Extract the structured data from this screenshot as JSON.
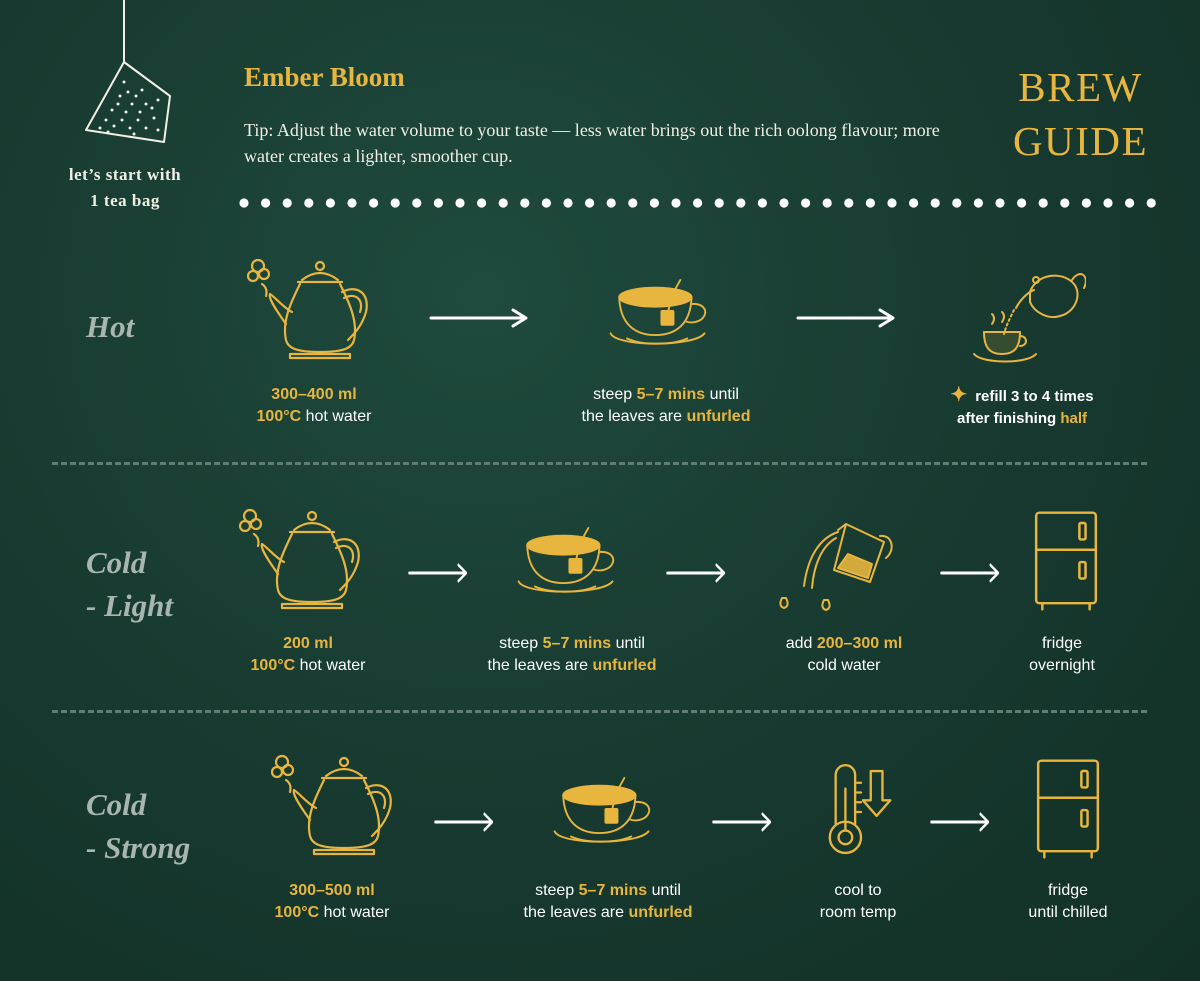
{
  "header": {
    "start_line1": "let’s start with",
    "start_line2": "1 tea bag",
    "product_name": "Ember Bloom",
    "tip": "Tip: Adjust the water volume to your taste — less water brings out the rich oolong flavour; more water creates a lighter, smoother cup.",
    "title_line1": "BREW",
    "title_line2": "GUIDE"
  },
  "colors": {
    "background": "#17392f",
    "accent": "#e8b53e",
    "label": "#a9b5af",
    "text": "#ffffff"
  },
  "rows": {
    "hot": {
      "label": "Hot",
      "step1": {
        "icon": "teapot-icon",
        "amount": "300–400 ml",
        "temp": "100°C",
        "rest": " hot water"
      },
      "step2": {
        "icon": "teacup-icon",
        "pre": "steep ",
        "time": "5–7 mins",
        "post": " until",
        "line2_pre": "the leaves are ",
        "line2_hl": "unfurled"
      },
      "step3": {
        "icon": "pouring-teapot-icon",
        "line1": "refill 3 to 4 times",
        "line2_pre": "after finishing ",
        "line2_hl": "half"
      }
    },
    "cold_light": {
      "label_line1": "Cold",
      "label_line2": "- Light",
      "step1": {
        "icon": "teapot-icon",
        "amount": "200 ml",
        "temp": "100°C",
        "rest": " hot water"
      },
      "step2": {
        "icon": "teacup-icon",
        "pre": "steep ",
        "time": "5–7 mins",
        "post": " until",
        "line2_pre": "the leaves are ",
        "line2_hl": "unfurled"
      },
      "step3": {
        "icon": "pitcher-pour-icon",
        "pre": "add ",
        "amount": "200–300 ml",
        "line2": "cold water"
      },
      "step4": {
        "icon": "fridge-icon",
        "line1": "fridge",
        "line2": "overnight"
      }
    },
    "cold_strong": {
      "label_line1": "Cold",
      "label_line2": "- Strong",
      "step1": {
        "icon": "teapot-icon",
        "amount": "300–500 ml",
        "temp": "100°C",
        "rest": " hot water"
      },
      "step2": {
        "icon": "teacup-icon",
        "pre": "steep ",
        "time": "5–7 mins",
        "post": " until",
        "line2_pre": "the leaves are ",
        "line2_hl": "unfurled"
      },
      "step3": {
        "icon": "thermometer-icon",
        "line1": "cool to",
        "line2": "room temp"
      },
      "step4": {
        "icon": "fridge-icon",
        "line1": "fridge",
        "line2": "until chilled"
      }
    }
  }
}
